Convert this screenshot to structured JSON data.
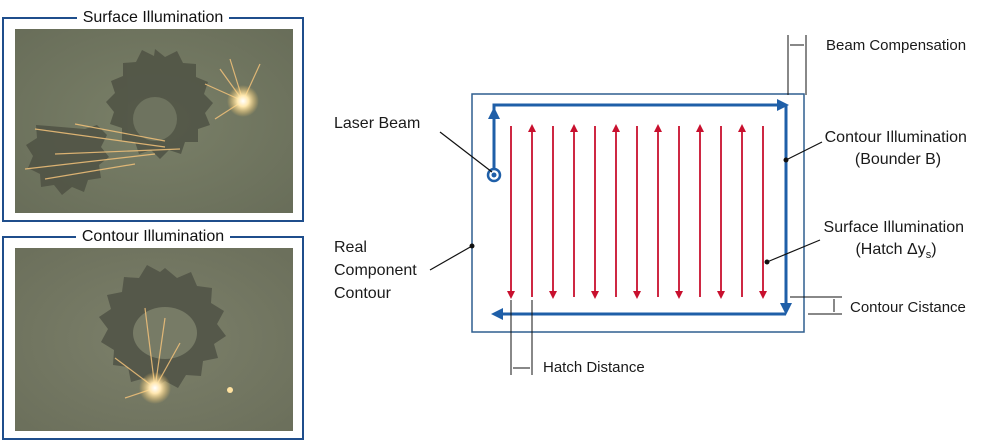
{
  "panels": {
    "surface": {
      "title": "Surface Illumination"
    },
    "contour": {
      "title": "Contour Illumination"
    }
  },
  "labels": {
    "laser_beam": "Laser Beam",
    "real_component": [
      "Real",
      "Component",
      "Contour"
    ],
    "beam_compensation": "Beam Compensation",
    "contour_illumination": [
      "Contour Illumination",
      "(Bounder B)"
    ],
    "surface_illumination": [
      "Surface Illumination",
      "(Hatch Δy",
      "s",
      ")"
    ],
    "contour_distance": "Contour Cistance",
    "hatch_distance": "Hatch Distance"
  },
  "colors": {
    "contour_blue": "#1f5fa8",
    "outline_blue": "#2f5f8f",
    "hatch_red": "#c8102e",
    "panel_border": "#1f4e8c"
  },
  "hatch": {
    "line_count": 13
  }
}
